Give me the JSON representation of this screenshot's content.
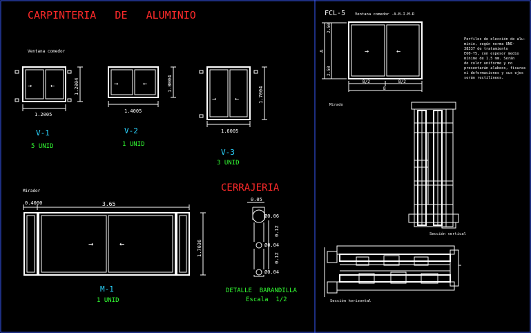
{
  "sheet": {
    "title": "CARPINTERIA   DE   ALUMINIO",
    "cerrajeria_title": "CERRAJERIA",
    "colors": {
      "background": "#000000",
      "title": "#ff2a2a",
      "codes": "#2ad4ff",
      "quantities": "#33ff33",
      "lines": "#ffffff",
      "frame": "#3a5cff"
    }
  },
  "v1": {
    "caption": "Ventana comedor",
    "width": "1.2005",
    "height": "1.2004",
    "code": "V-1",
    "qty": "5 UNID"
  },
  "v2": {
    "width": "1.4005",
    "height": "1.0004",
    "code": "V-2",
    "qty": "1 UNID"
  },
  "v3": {
    "width": "1.6005",
    "height": "1.7004",
    "code": "V-3",
    "qty": "3 UNID"
  },
  "m1": {
    "caption": "Mirador",
    "left_width": "0.4000",
    "center_width": "3.65",
    "height": "1.7036",
    "code": "M-1",
    "qty": "1 UNID"
  },
  "barandilla": {
    "top": "0.05",
    "d1": "Ø0.06",
    "d2": "Ø0.04",
    "d3": "Ø0.04",
    "s1": "0.12",
    "s2": "0.12",
    "title": "DETALLE  BARANDILLA",
    "scale": "Escala  1/2"
  },
  "fcl": {
    "code": "FCL-5",
    "caption": "Ventana comedor -A-B-I-M-R",
    "dim_top": "2.50",
    "dim_a": "A",
    "dim_bottom": "2.50",
    "half_left": "B/2",
    "half_right": "B/2",
    "dim_b": "B",
    "spec": [
      "Perfiles de elección de alu-",
      "minio, según norma UNE-",
      "38337 de tratamiento",
      "E60-T5, con espesor medio",
      "mínimo de 1.5 mm. Serán",
      "de color uniforme y no",
      "presentarán alabeos, fisuras",
      "ni deformaciones y sus ejes",
      "serán rectilíneos."
    ],
    "mirador_label": "Mirado",
    "vertical_label": "Sección vertical",
    "horizontal_label": "Sección horizontal"
  }
}
